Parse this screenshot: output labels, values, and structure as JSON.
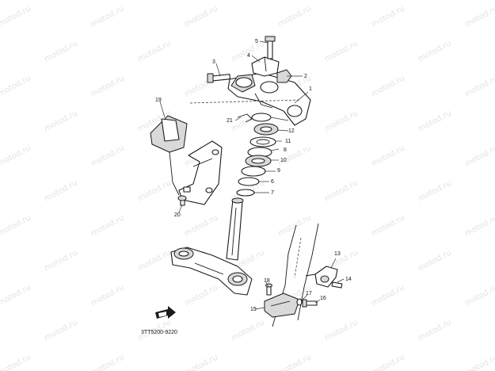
{
  "diagram": {
    "doc_code": "3TT5200-9220",
    "watermark_text": "motod.ru",
    "callouts": [
      {
        "id": "c1",
        "label": "1"
      },
      {
        "id": "c2",
        "label": "2"
      },
      {
        "id": "c3",
        "label": "3"
      },
      {
        "id": "c4",
        "label": "4"
      },
      {
        "id": "c5",
        "label": "5"
      },
      {
        "id": "c6",
        "label": "6"
      },
      {
        "id": "c7",
        "label": "7"
      },
      {
        "id": "c8",
        "label": "8"
      },
      {
        "id": "c9",
        "label": "9"
      },
      {
        "id": "c10",
        "label": "10"
      },
      {
        "id": "c11",
        "label": "11"
      },
      {
        "id": "c12",
        "label": "12"
      },
      {
        "id": "c13",
        "label": "13"
      },
      {
        "id": "c14",
        "label": "14"
      },
      {
        "id": "c15",
        "label": "15"
      },
      {
        "id": "c16",
        "label": "16"
      },
      {
        "id": "c17",
        "label": "17"
      },
      {
        "id": "c18",
        "label": "18"
      },
      {
        "id": "c19",
        "label": "19"
      },
      {
        "id": "c20",
        "label": "20"
      },
      {
        "id": "c21",
        "label": "21"
      }
    ]
  }
}
